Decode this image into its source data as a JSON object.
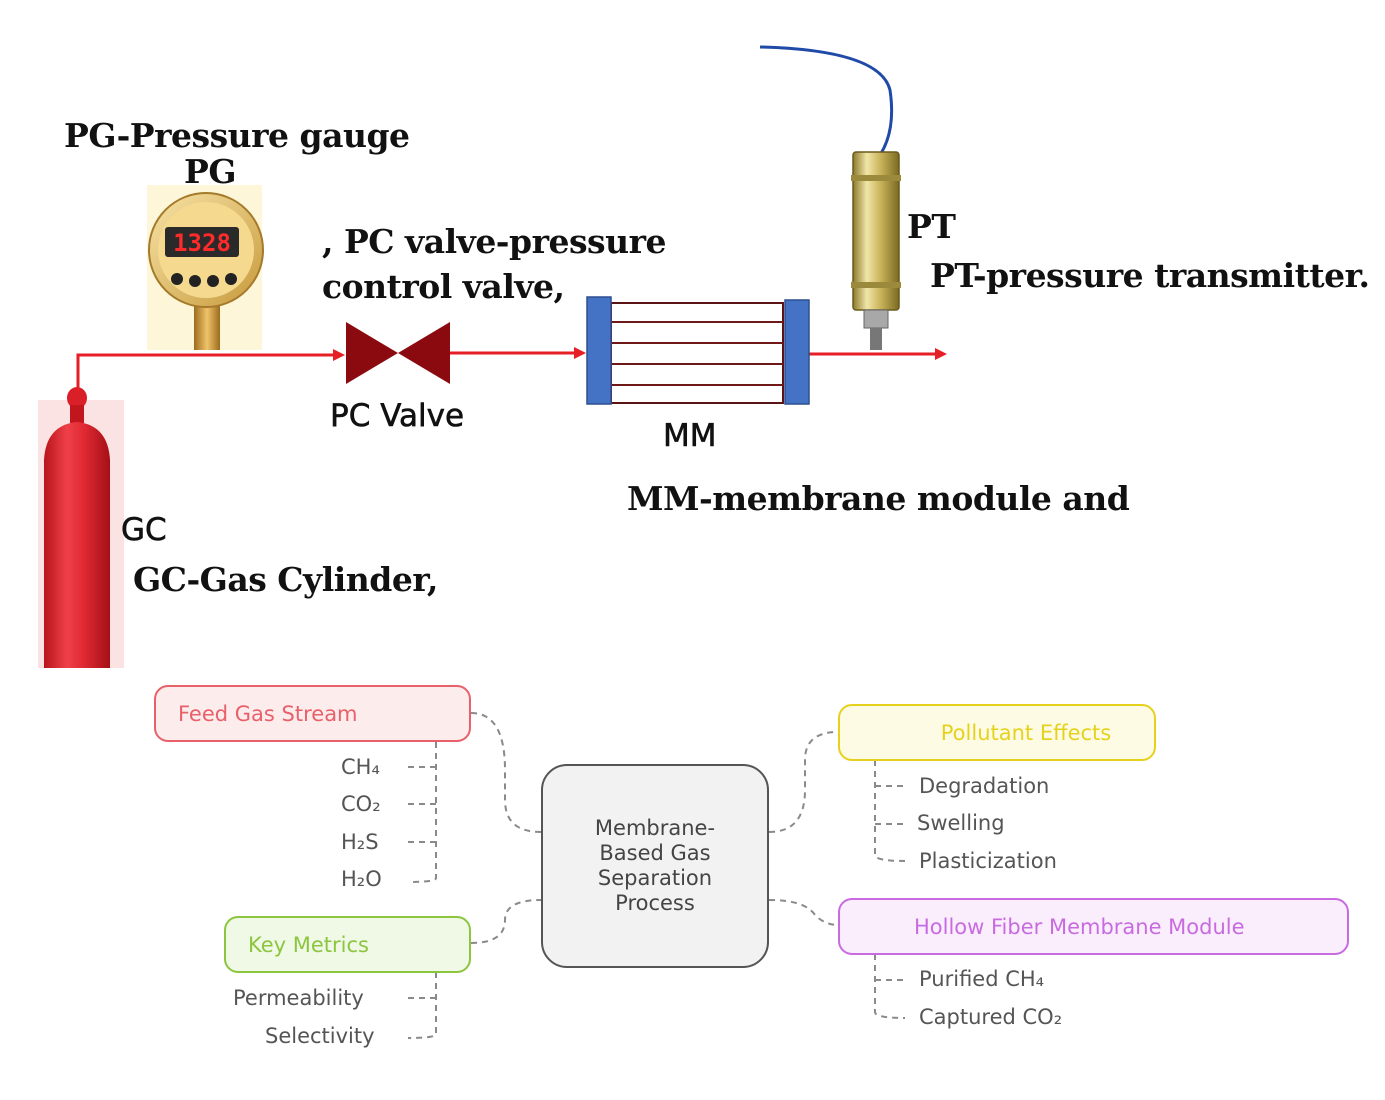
{
  "apparatus": {
    "pg_title": "PG-Pressure gauge",
    "pg_tag": "PG",
    "pg_display": "1328",
    "pc_desc_line1": ", PC valve-pressure",
    "pc_desc_line2": "control valve,",
    "pc_tag": "PC Valve",
    "mm_tag": "MM",
    "mm_desc": "MM-membrane module and",
    "pt_tag": "PT",
    "pt_desc": "PT-pressure transmitter.",
    "gc_tag": "GC",
    "gc_desc": "GC-Gas Cylinder,"
  },
  "mindmap": {
    "center": "Membrane-\nBased Gas\nSeparation\nProcess",
    "feed": {
      "title": "Feed Gas Stream",
      "color": "#e8606a",
      "fill": "#fdecec",
      "items": [
        "CH₄",
        "CO₂",
        "H₂S",
        "H₂O"
      ]
    },
    "metrics": {
      "title": "Key Metrics",
      "color": "#8cc63f",
      "fill": "#f0f8e6",
      "items": [
        "Permeability",
        "Selectivity"
      ]
    },
    "pollutant": {
      "title": "Pollutant Effects",
      "color": "#e6d21e",
      "fill": "#fdfbe3",
      "items": [
        "Degradation",
        "Swelling",
        "Plasticization"
      ]
    },
    "hollow": {
      "title": "Hollow Fiber Membrane Module",
      "color": "#c86be0",
      "fill": "#faeefd",
      "items": [
        "Purified CH₄",
        "Captured CO₂"
      ]
    }
  }
}
